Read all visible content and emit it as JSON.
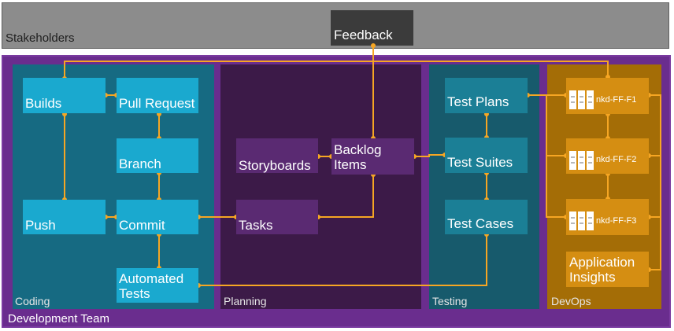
{
  "stakeholders": {
    "label": "Stakeholders",
    "feedback": "Feedback"
  },
  "development_team": {
    "label": "Development Team"
  },
  "lanes": {
    "coding": "Coding",
    "planning": "Planning",
    "testing": "Testing",
    "devops": "DevOps"
  },
  "nodes": {
    "builds": "Builds",
    "pull_request": "Pull Request",
    "branch": "Branch",
    "push": "Push",
    "commit": "Commit",
    "automated_tests_line1": "Automated",
    "automated_tests_line2": "Tests",
    "storyboards": "Storyboards",
    "backlog_line1": "Backlog",
    "backlog_line2": "Items",
    "tasks": "Tasks",
    "test_plans": "Test Plans",
    "test_suites": "Test Suites",
    "test_cases": "Test Cases",
    "server_1": "nkd-FF-F1",
    "server_2": "nkd-FF-F2",
    "server_3": "nkd-FF-F3",
    "app_insights_line1": "Application",
    "app_insights_line2": "Insights"
  },
  "colors": {
    "connector": "#f6a623",
    "stakeholders_band": "#8c8c8c",
    "development_team": "#6a2d8e",
    "coding_lane": "#166a82",
    "planning_lane": "#3c1a48",
    "testing_lane": "#175a6c",
    "devops_lane": "#a46d06"
  },
  "icons": {
    "server": "server-rack-icon"
  }
}
